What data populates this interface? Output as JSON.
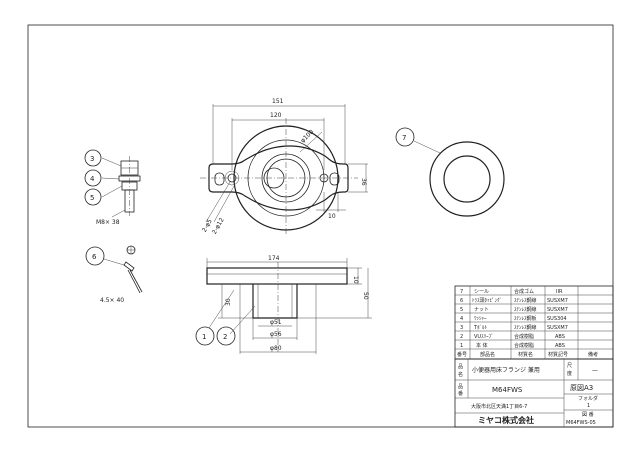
{
  "parts": [
    {
      "no": "7",
      "name": "シール",
      "material": "合成ゴム",
      "spec": "IIR"
    },
    {
      "no": "6",
      "name": "ﾄﾗｽ頭ﾀｯﾋﾟﾝｸﾞ",
      "material": "ｽﾃﾝﾚｽ鋼線",
      "spec": "SUSXM7"
    },
    {
      "no": "5",
      "name": "ナット",
      "material": "ｽﾃﾝﾚｽ鋼線",
      "spec": "SUSXM7"
    },
    {
      "no": "4",
      "name": "ﾜｯｼｬｰ",
      "material": "ｽﾃﾝﾚｽ鋼板",
      "spec": "SUS304"
    },
    {
      "no": "3",
      "name": "Tﾎﾞﾙﾄ",
      "material": "ｽﾃﾝﾚｽ鋼線",
      "spec": "SUSXM7"
    },
    {
      "no": "2",
      "name": "VUｽﾘｰﾌﾞ",
      "material": "合成樹脂",
      "spec": "ABS"
    },
    {
      "no": "1",
      "name": "本 体",
      "material": "合成樹脂",
      "spec": "ABS"
    }
  ],
  "table_header": {
    "no": "番号",
    "name": "部品名",
    "material": "材質名",
    "spec": "材質記号",
    "remark": "備考"
  },
  "title_block": {
    "label_name_a": "品",
    "label_name_b": "名",
    "product_name": "小便器用床フランジ 兼用",
    "label_scale_a": "尺",
    "label_scale_b": "度",
    "scale_value": "—",
    "label_model_a": "品",
    "label_model_b": "番",
    "model": "M64FWS",
    "paper": "原図A3",
    "folder_label": "フォルダ",
    "folder_value": "1",
    "drawing_label": "図 番",
    "drawing_no": "M64FWS-05",
    "address": "大阪市北区天満1丁目6-7",
    "company": "ミヤコ株式会社"
  },
  "balloons": [
    "1",
    "2",
    "3",
    "4",
    "5",
    "6",
    "7"
  ],
  "dimensions": {
    "top_width": "151",
    "top_inner": "120",
    "diameter_100": "φ100",
    "height_36": "36",
    "offset_10": "10",
    "hole_a": "2-φ5",
    "hole_b": "2-φ12",
    "bolt_label": "M8× 38",
    "screw_label": "4.5× 40",
    "bottom_width": "174",
    "height_10": "10",
    "height_50": "50",
    "height_30": "30",
    "diameter_51": "φ51",
    "diameter_56": "φ56",
    "diameter_80": "φ80"
  }
}
